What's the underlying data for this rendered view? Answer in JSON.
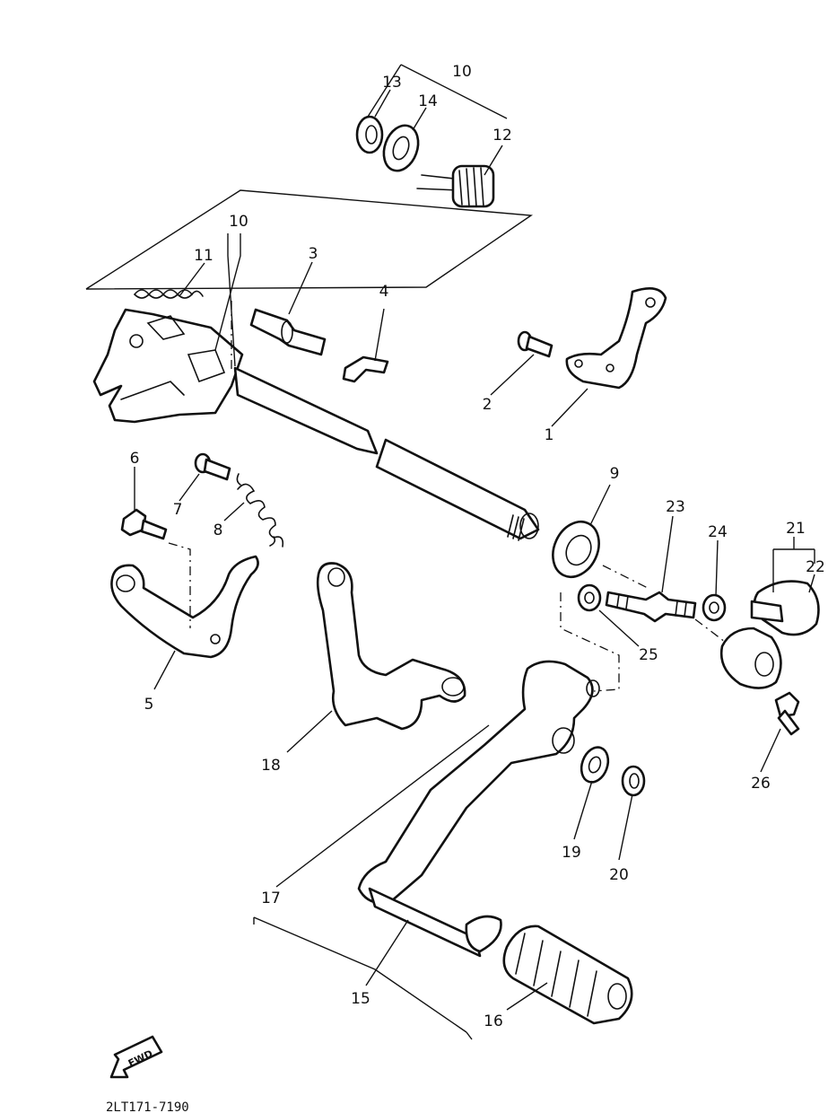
{
  "callouts": [
    "1",
    "2",
    "3",
    "4",
    "5",
    "6",
    "7",
    "8",
    "9",
    "10",
    "10",
    "11",
    "12",
    "13",
    "14",
    "15",
    "16",
    "17",
    "18",
    "19",
    "20",
    "21",
    "22",
    "23",
    "24",
    "25",
    "26"
  ],
  "fwd_label": "FWD",
  "drawing_code": "2LT171-7190"
}
